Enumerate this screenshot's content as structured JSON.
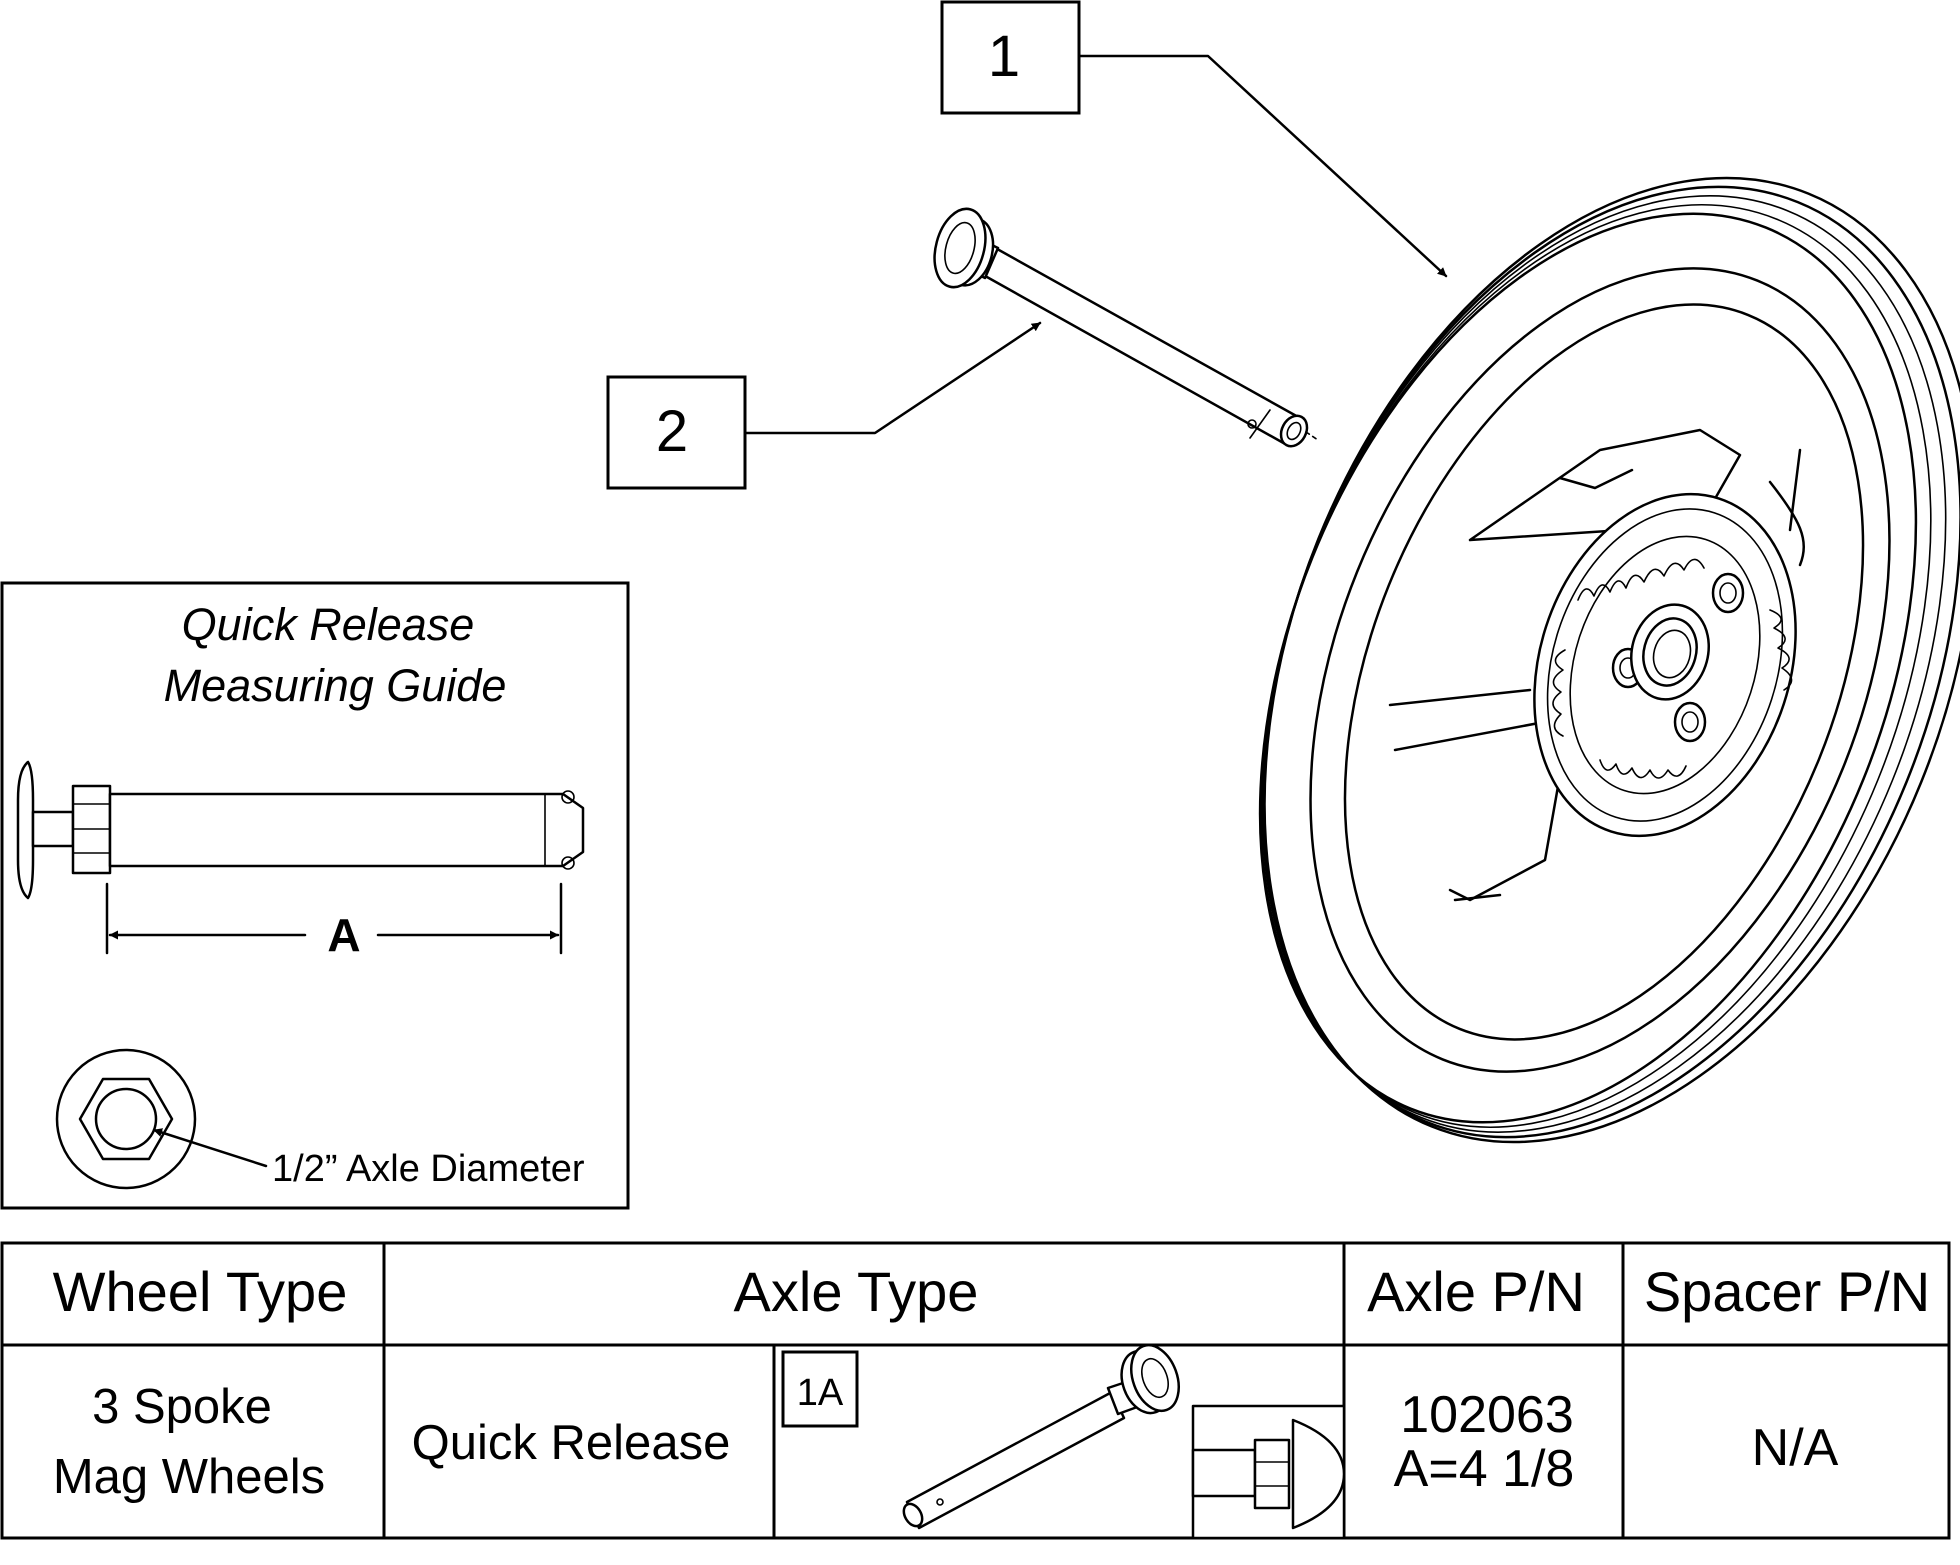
{
  "callouts": [
    {
      "number": "1"
    },
    {
      "number": "2"
    }
  ],
  "guide": {
    "title_line1": "Quick Release",
    "title_line2": "Measuring Guide",
    "dimension_label": "A",
    "diameter_label": "1/2” Axle Diameter"
  },
  "table": {
    "headers": [
      "Wheel Type",
      "Axle Type",
      "Axle P/N",
      "Spacer P/N"
    ],
    "row": {
      "wheel_type_line1": "3 Spoke",
      "wheel_type_line2": "Mag Wheels",
      "axle_type": "Quick Release",
      "axle_callout": "1A",
      "axle_pn_line1": "102063",
      "axle_pn_line2": "A=4 1/8",
      "spacer_pn": "N/A"
    }
  }
}
